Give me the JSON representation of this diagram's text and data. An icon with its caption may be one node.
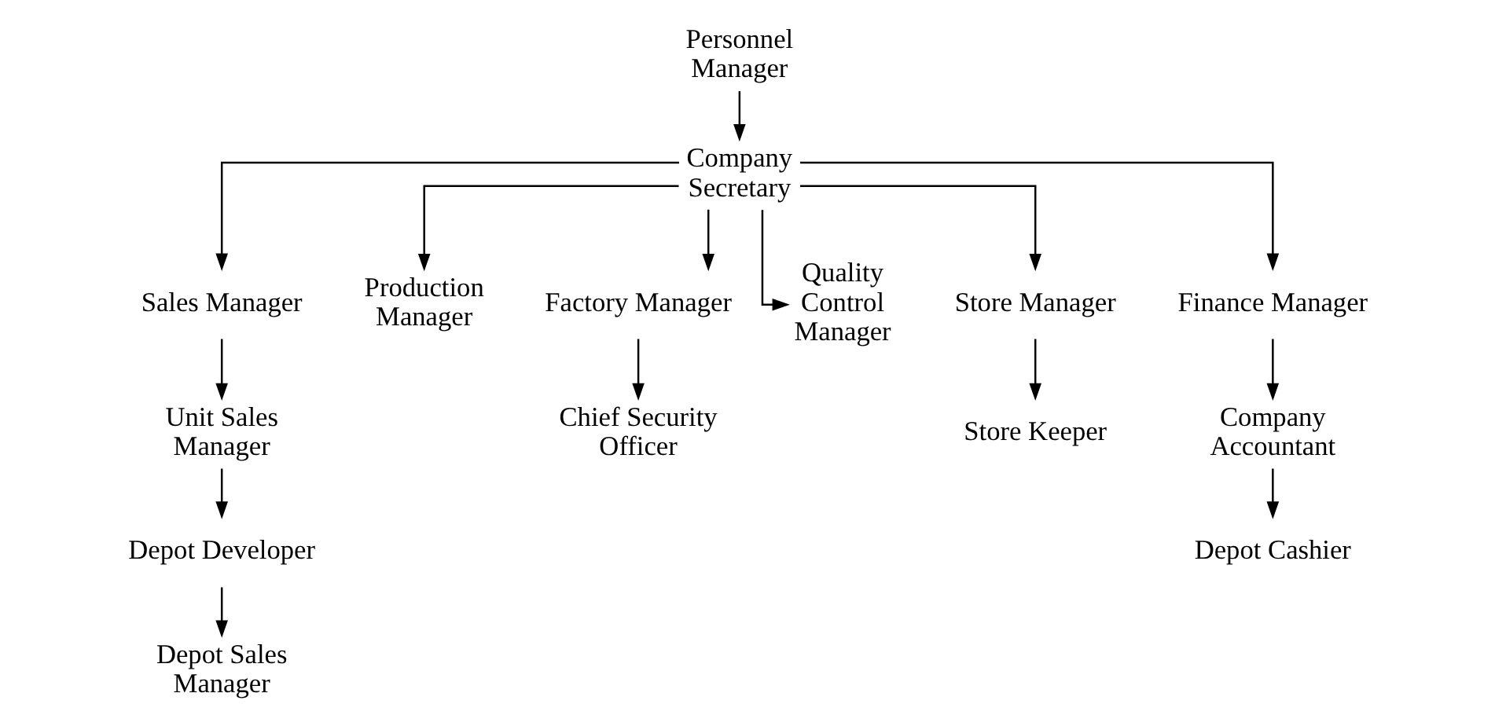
{
  "diagram": {
    "nodes": [
      {
        "text": [
          "Personnel  Manager"
        ]
      },
      {
        "text": [
          "Company Secretary"
        ]
      },
      {
        "text": [
          "Sales Manager"
        ]
      },
      {
        "text": [
          "Production Manager"
        ]
      },
      {
        "text": [
          "Factory Manager"
        ]
      },
      {
        "text": [
          "Quality Control Manager"
        ]
      },
      {
        "text": [
          "Store Manager"
        ]
      },
      {
        "text": [
          "Finance Manager"
        ]
      },
      {
        "text": [
          "Unit Sales Manager"
        ]
      },
      {
        "text": [
          "Depot Developer"
        ]
      },
      {
        "text": [
          "Depot Sales Manager"
        ]
      },
      {
        "text": [
          "Chief Security Officer"
        ]
      },
      {
        "text": [
          "Store Keeper"
        ]
      },
      {
        "text": [
          "Company Accountant"
        ]
      },
      {
        "text": [
          "Depot Cashier"
        ]
      }
    ],
    "edges": [
      {
        "from": 0,
        "to": 1,
        "arrow": "to"
      },
      {
        "from": 1,
        "to": 2,
        "arrow": "to"
      },
      {
        "from": 1,
        "to": 3,
        "arrow": "to"
      },
      {
        "from": 1,
        "to": 4,
        "arrow": "to"
      },
      {
        "from": 1,
        "to": 5,
        "arrow": "to"
      },
      {
        "from": 1,
        "to": 6,
        "arrow": "to"
      },
      {
        "from": 1,
        "to": 7,
        "arrow": "to"
      },
      {
        "from": 2,
        "to": 8,
        "arrow": "to"
      },
      {
        "from": 8,
        "to": 9,
        "arrow": "to"
      },
      {
        "from": 9,
        "to": 10,
        "arrow": "to"
      },
      {
        "from": 4,
        "to": 11,
        "arrow": "to"
      },
      {
        "from": 6,
        "to": 12,
        "arrow": "to"
      },
      {
        "from": 7,
        "to": 13,
        "arrow": "to"
      },
      {
        "from": 13,
        "to": 14,
        "arrow": "to"
      }
    ]
  }
}
